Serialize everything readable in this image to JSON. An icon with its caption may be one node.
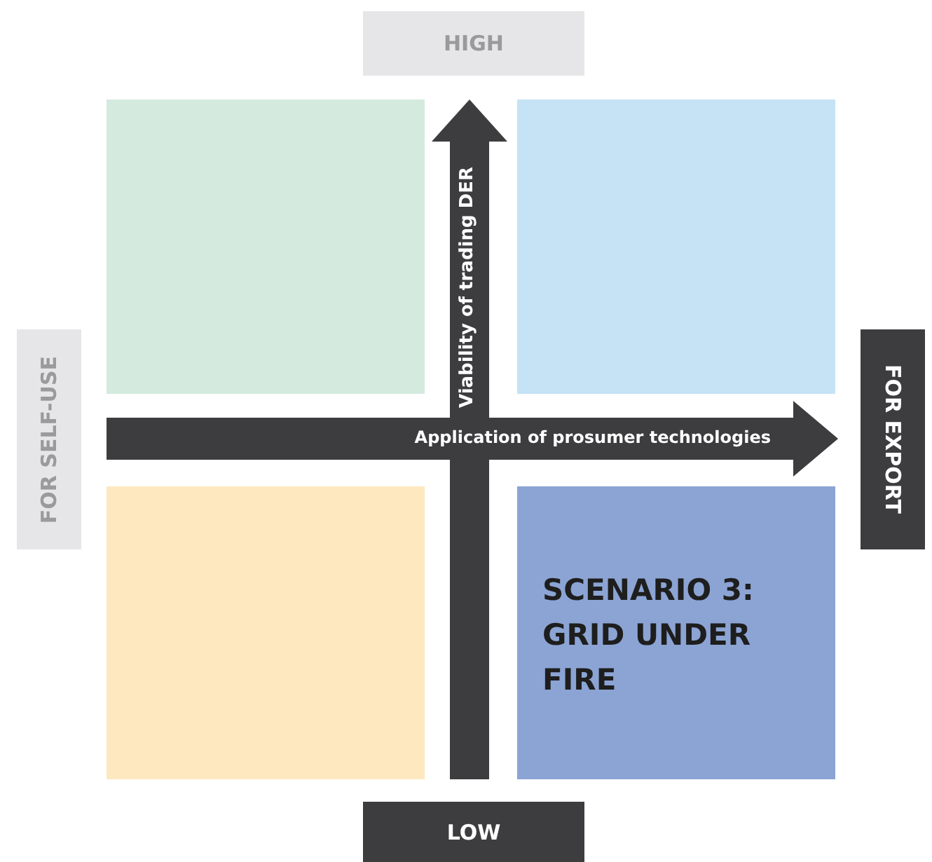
{
  "diagram": {
    "nodes": [
      {
        "text": [
          "HIGH"
        ]
      },
      {
        "text": [],
        "shape": "box"
      },
      {
        "text": [
          "Viability of trading DER"
        ]
      },
      {
        "text": [],
        "shape": "box"
      },
      {
        "text": [
          "FOR SELF-USE"
        ]
      },
      {
        "text": [
          "Application of prosumer technologies"
        ]
      },
      {
        "text": [
          "FOR EXPORT"
        ]
      },
      {
        "text": [],
        "shape": "box"
      },
      {
        "text": [
          "SCENARIO 3: GRID UNDER FIRE"
        ]
      },
      {
        "text": [
          "LOW"
        ]
      }
    ],
    "edges": []
  }
}
